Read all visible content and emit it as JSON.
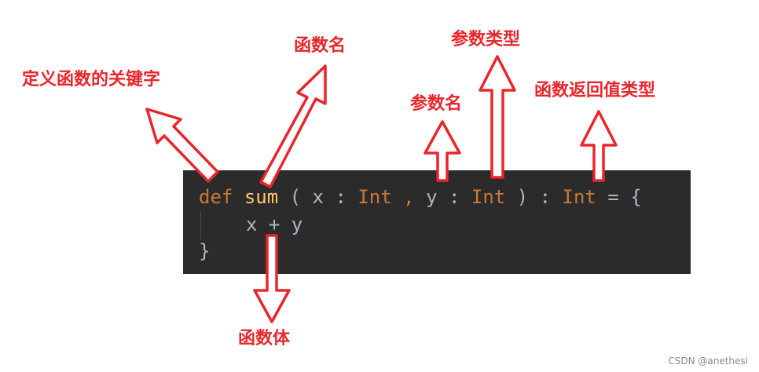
{
  "labels": {
    "define_keyword": "定义函数的关键字",
    "function_name": "函数名",
    "param_type": "参数类型",
    "param_name": "参数名",
    "return_type": "函数返回值类型",
    "function_body": "函数体"
  },
  "code": {
    "line1": {
      "def": "def",
      "name": "sum",
      "open_paren": "(",
      "x": "x",
      "colon1": ":",
      "type1": "Int",
      "comma": ",",
      "y": "y",
      "colon2": ":",
      "type2": "Int",
      "close_paren": ")",
      "colon3": ":",
      "return_type": "Int",
      "equals": "=",
      "open_brace": "{"
    },
    "line2": "x + y",
    "line3": "}"
  },
  "colors": {
    "annotation": "#e8262b",
    "code_background": "#2b2b2b",
    "keyword": "#cc7832",
    "function_name": "#ffc66d",
    "plain": "#a9b7c6"
  },
  "watermark": "CSDN @anethesi"
}
